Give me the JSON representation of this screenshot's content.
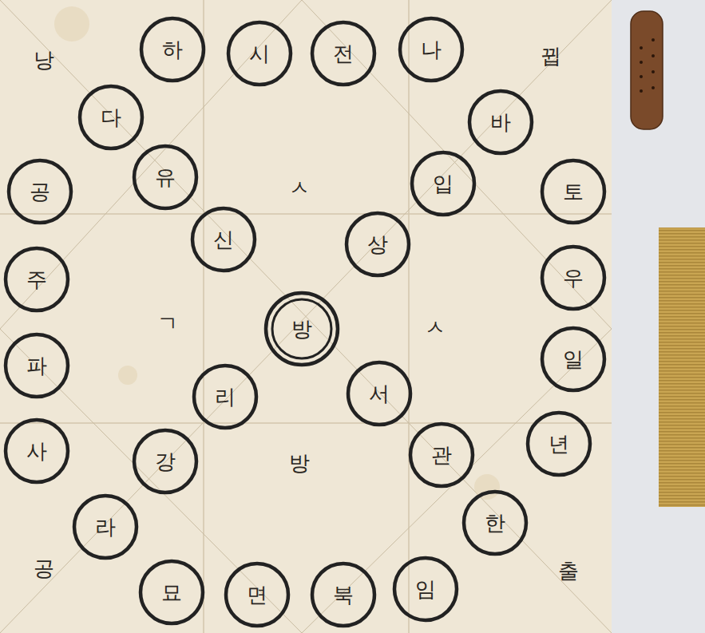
{
  "diagram": {
    "nodes": [
      {
        "text": [
          "하"
        ]
      },
      {
        "text": [
          "시"
        ]
      },
      {
        "text": [
          "전"
        ]
      },
      {
        "text": [
          "나"
        ]
      },
      {
        "text": [
          "다"
        ]
      },
      {
        "text": [
          "바"
        ]
      },
      {
        "text": [
          "유"
        ]
      },
      {
        "text": [
          "입"
        ]
      },
      {
        "text": [
          "공"
        ]
      },
      {
        "text": [
          "토"
        ]
      },
      {
        "text": [
          "신"
        ]
      },
      {
        "text": [
          "상"
        ]
      },
      {
        "text": [
          "주"
        ]
      },
      {
        "text": [
          "우"
        ]
      },
      {
        "text": [
          "방"
        ]
      },
      {
        "text": [
          "파"
        ]
      },
      {
        "text": [
          "일"
        ]
      },
      {
        "text": [
          "리"
        ]
      },
      {
        "text": [
          "서"
        ]
      },
      {
        "text": [
          "사"
        ]
      },
      {
        "text": [
          "강"
        ]
      },
      {
        "text": [
          "관"
        ]
      },
      {
        "text": [
          "년"
        ]
      },
      {
        "text": [
          "라"
        ]
      },
      {
        "text": [
          "한"
        ]
      },
      {
        "text": [
          "묘"
        ]
      },
      {
        "text": [
          "면"
        ]
      },
      {
        "text": [
          "북"
        ]
      },
      {
        "text": [
          "임"
        ]
      }
    ],
    "edges": [],
    "labels": [
      "낭",
      "뀝",
      "ㅅ",
      "ㄱ",
      "ㅅ",
      "방",
      "공",
      "출"
    ]
  }
}
